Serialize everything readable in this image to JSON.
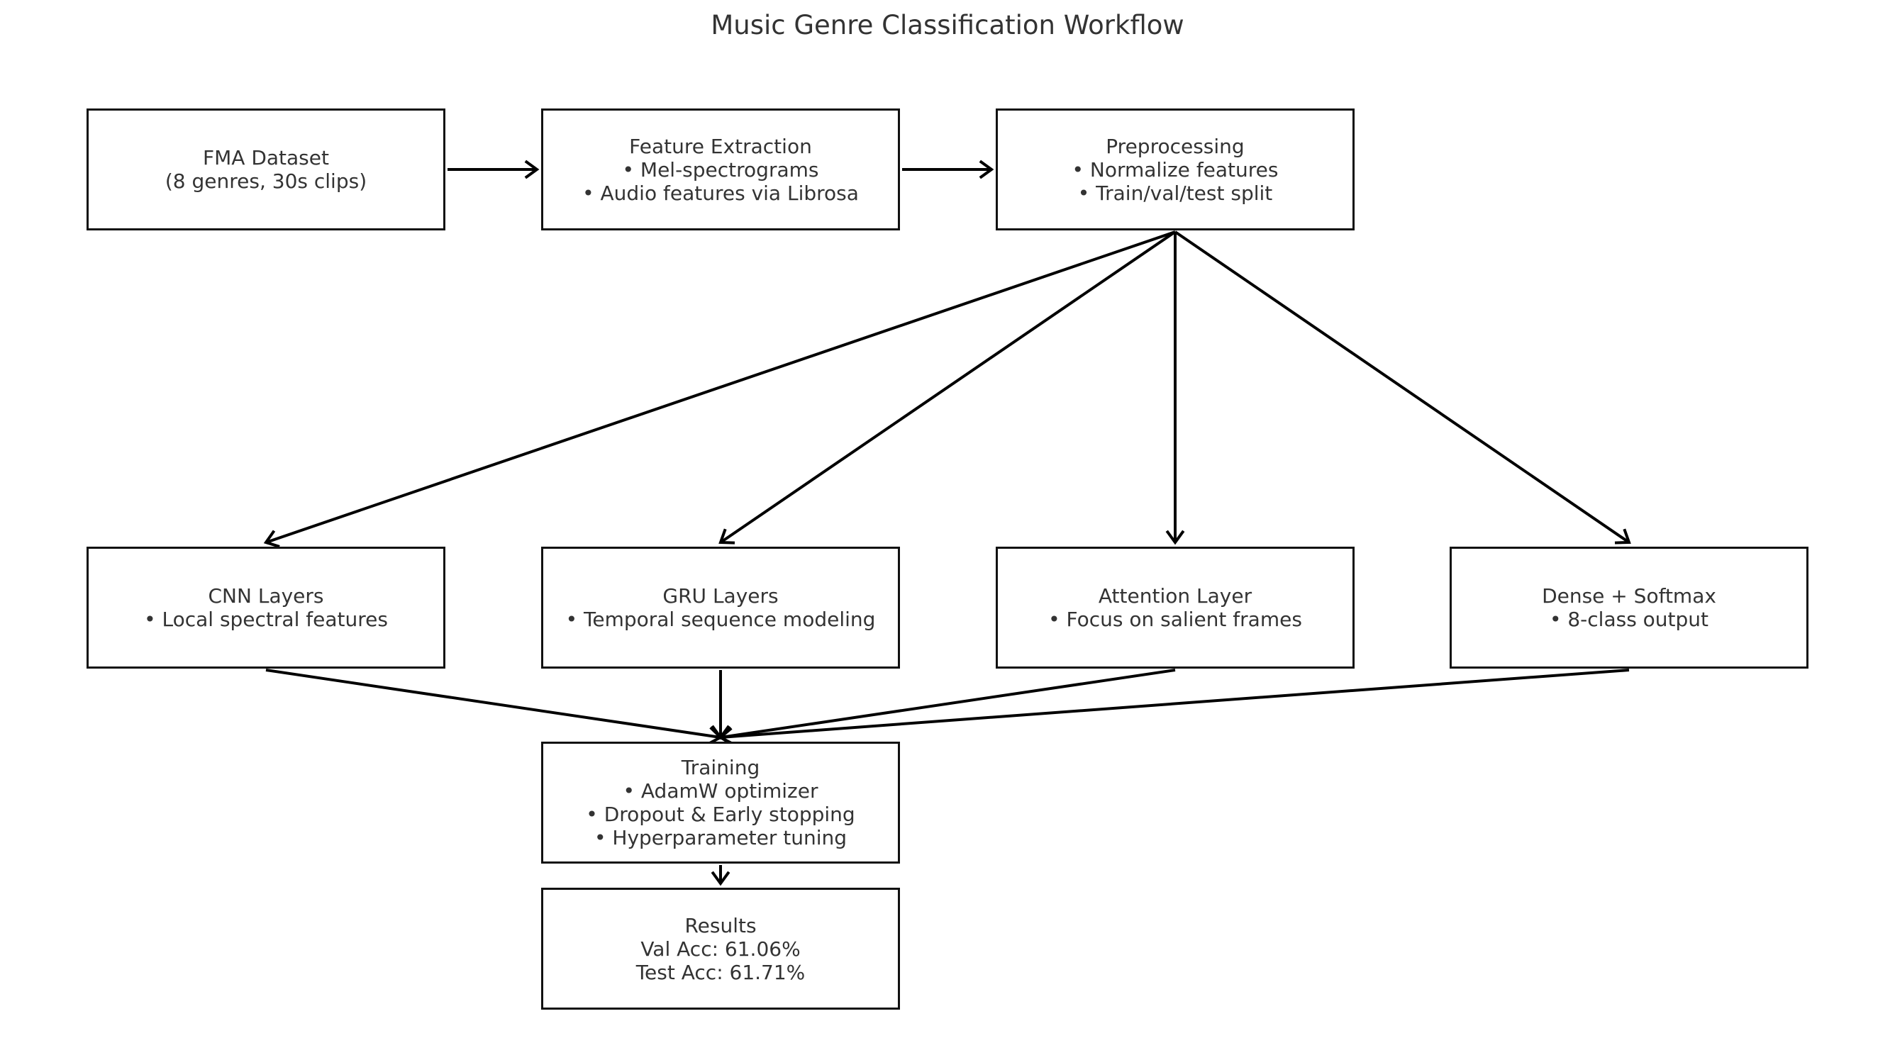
{
  "title": "Music Genre Classification Workflow",
  "nodes": {
    "fma_dataset": {
      "lines": [
        "FMA Dataset",
        "(8 genres, 30s clips)"
      ]
    },
    "feature_extraction": {
      "lines": [
        "Feature Extraction",
        "• Mel-spectrograms",
        "• Audio features via Librosa"
      ]
    },
    "preprocessing": {
      "lines": [
        "Preprocessing",
        "• Normalize features",
        "• Train/val/test split"
      ]
    },
    "cnn_layers": {
      "lines": [
        "CNN Layers",
        "• Local spectral features"
      ]
    },
    "gru_layers": {
      "lines": [
        "GRU Layers",
        "• Temporal sequence modeling"
      ]
    },
    "attention_layer": {
      "lines": [
        "Attention Layer",
        "• Focus on salient frames"
      ]
    },
    "dense_softmax": {
      "lines": [
        "Dense + Softmax",
        "• 8-class output"
      ]
    },
    "training": {
      "lines": [
        "Training",
        "• AdamW optimizer",
        "• Dropout & Early stopping",
        "• Hyperparameter tuning"
      ]
    },
    "results": {
      "lines": [
        "Results",
        "Val Acc: 61.06%",
        "Test Acc: 61.71%"
      ]
    }
  },
  "edges": [
    {
      "from": "fma_dataset",
      "to": "feature_extraction"
    },
    {
      "from": "feature_extraction",
      "to": "preprocessing"
    },
    {
      "from": "preprocessing",
      "to": "cnn_layers"
    },
    {
      "from": "preprocessing",
      "to": "gru_layers"
    },
    {
      "from": "preprocessing",
      "to": "attention_layer"
    },
    {
      "from": "preprocessing",
      "to": "dense_softmax"
    },
    {
      "from": "cnn_layers",
      "to": "training"
    },
    {
      "from": "gru_layers",
      "to": "training"
    },
    {
      "from": "attention_layer",
      "to": "training"
    },
    {
      "from": "dense_softmax",
      "to": "training"
    },
    {
      "from": "training",
      "to": "results"
    }
  ],
  "colors": {
    "box_border": "#111111",
    "arrow": "#000000",
    "text": "#333333",
    "background": "#ffffff"
  }
}
